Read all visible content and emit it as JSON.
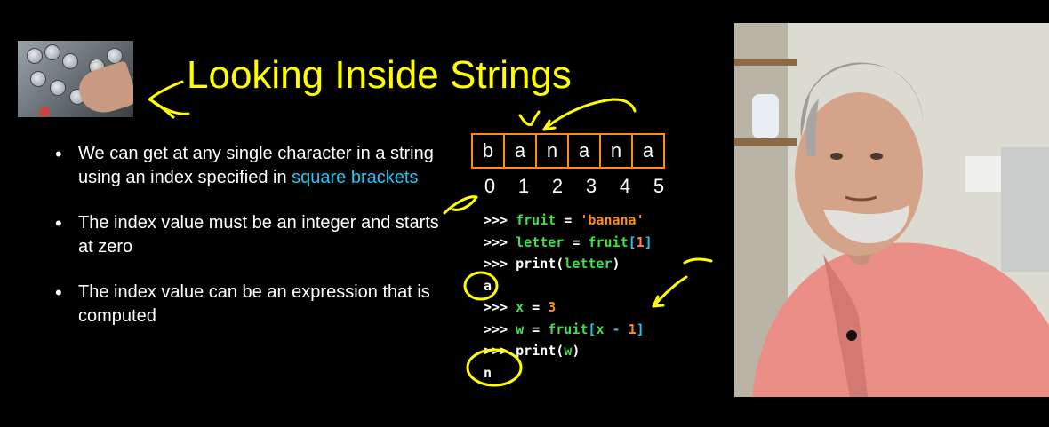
{
  "slide": {
    "title": "Looking Inside Strings",
    "bullets": [
      {
        "text": "We can get at any single character in a string using an index specified in ",
        "accent": "square brackets"
      },
      {
        "text": "The index value must be an integer and starts at zero",
        "accent": ""
      },
      {
        "text": "The index value can be an expression that is computed",
        "accent": ""
      }
    ],
    "string_boxes": [
      "b",
      "a",
      "n",
      "a",
      "n",
      "a"
    ],
    "indices": [
      "0",
      "1",
      "2",
      "3",
      "4",
      "5"
    ],
    "code": {
      "prompt": ">>>",
      "line1": {
        "var": "fruit",
        "eq": " = ",
        "val": "'banana'"
      },
      "line2": {
        "var": "letter",
        "eq": " = ",
        "fn": "fruit",
        "lb": "[",
        "num": "1",
        "rb": "]"
      },
      "line3": {
        "fn": "print",
        "lp": "(",
        "arg": "letter",
        "rp": ")"
      },
      "out1": "a",
      "line4": {
        "var": "x",
        "eq": " = ",
        "num": "3"
      },
      "line5": {
        "var": "w",
        "eq": " = ",
        "fn": "fruit",
        "lb": "[",
        "arg": "x",
        "minus": " - ",
        "num": "1",
        "rb": "]"
      },
      "line6": {
        "fn": "print",
        "lp": "(",
        "arg": "w",
        "rp": ")"
      },
      "out2": "n"
    },
    "colors": {
      "title": "#ffff00",
      "box_border": "#ff8c1a",
      "keyword": "#3ee04a",
      "string": "#ff8c1a",
      "accent": "#27c4f0"
    }
  },
  "video": {
    "icons": [
      "presenter-video"
    ]
  }
}
